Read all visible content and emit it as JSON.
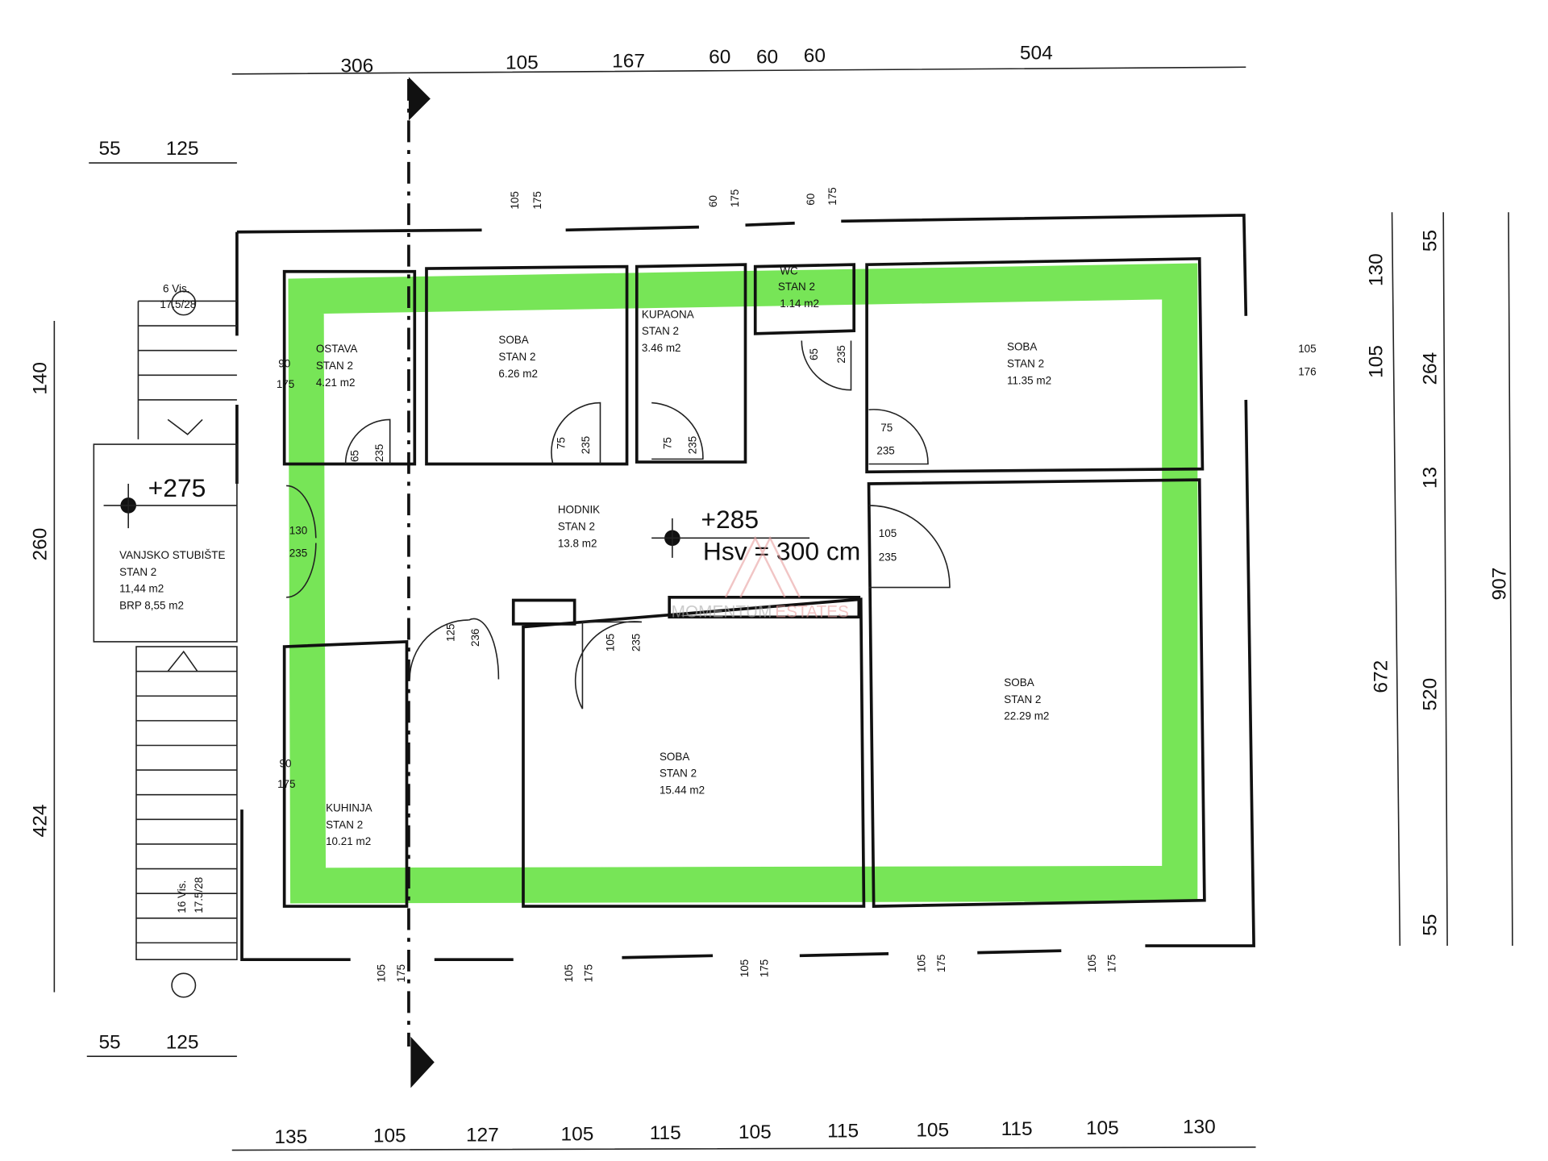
{
  "dims": {
    "top": [
      "306",
      "105",
      "167",
      "60",
      "60",
      "60",
      "504"
    ],
    "top_left": [
      "55",
      "125"
    ],
    "bottom_left": [
      "55",
      "125"
    ],
    "left": [
      "140",
      "260",
      "424"
    ],
    "bottom": [
      "135",
      "105",
      "127",
      "105",
      "115",
      "105",
      "115",
      "105",
      "115",
      "105",
      "130"
    ],
    "right_inner": [
      "55",
      "264",
      "13",
      "520",
      "55"
    ],
    "right_mid": [
      "130",
      "105",
      "672"
    ],
    "right_outer": [
      "907"
    ]
  },
  "openings": {
    "w_top1": [
      "105",
      "175"
    ],
    "w_top2": [
      "60",
      "175"
    ],
    "w_top3": [
      "60",
      "175"
    ],
    "w_right": [
      "105",
      "176"
    ],
    "w_bottom": [
      [
        "105",
        "175"
      ],
      [
        "105",
        "175"
      ],
      [
        "105",
        "175"
      ],
      [
        "105",
        "175"
      ],
      [
        "105",
        "175"
      ]
    ],
    "w_ostava": [
      "90",
      "175"
    ],
    "w_kuhinja": [
      "90",
      "175"
    ],
    "d_ostava": [
      "65",
      "235"
    ],
    "d_soba1": [
      "75",
      "235"
    ],
    "d_kupaona": [
      "75",
      "235"
    ],
    "d_wc": [
      "65",
      "235"
    ],
    "d_soba2": [
      "75",
      "235"
    ],
    "d_entry": [
      "130",
      "235"
    ],
    "d_soba3": [
      "105",
      "235"
    ],
    "d_kuhinja": [
      "125",
      "236"
    ],
    "d_soba4": [
      "105",
      "235"
    ]
  },
  "stairs": {
    "top": [
      "6 Vis.",
      "17.5/28"
    ],
    "bottom": [
      "16 Vis.",
      "17.5/28"
    ]
  },
  "levels": {
    "outside": "+275",
    "inside": "+285",
    "height": "Hsv = 300 cm"
  },
  "rooms": [
    {
      "name": "OSTAVA",
      "unit": "STAN 2",
      "area": "4.21 m2"
    },
    {
      "name": "SOBA",
      "unit": "STAN 2",
      "area": "6.26 m2"
    },
    {
      "name": "KUPAONA",
      "unit": "STAN 2",
      "area": "3.46 m2"
    },
    {
      "name": "WC",
      "unit": "STAN 2",
      "area": "1.14 m2"
    },
    {
      "name": "SOBA",
      "unit": "STAN 2",
      "area": "11.35 m2"
    },
    {
      "name": "HODNIK",
      "unit": "STAN 2",
      "area": "13.8 m2"
    },
    {
      "name": "SOBA",
      "unit": "STAN 2",
      "area": "22.29 m2"
    },
    {
      "name": "SOBA",
      "unit": "STAN 2",
      "area": "15.44 m2"
    },
    {
      "name": "KUHINJA",
      "unit": "STAN 2",
      "area": "10.21 m2"
    },
    {
      "name": "VANJSKO STUBIŠTE",
      "unit": "STAN 2",
      "area": "11,44 m2",
      "extra": "BRP 8,55  m2"
    }
  ],
  "watermark": {
    "brand1": "MOMENTUM",
    "brand2": "ESTATES"
  },
  "colors": {
    "highlight": "#5fe03a",
    "walls": "#111111",
    "watermark": "#e8a0a0"
  }
}
